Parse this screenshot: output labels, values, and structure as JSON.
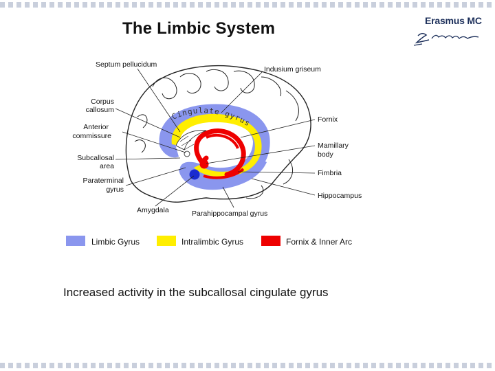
{
  "slide": {
    "title": "The Limbic System",
    "caption": "Increased activity in the subcallosal cingulate gyrus"
  },
  "logo": {
    "text": "Erasmus MC",
    "signature_text": "Ezafus",
    "color": "#1c2f5a"
  },
  "diagram": {
    "curved_label": "Cingulate gyrus",
    "labels": {
      "septum": "Septum pellucidum",
      "indusium": "Indusium griseum",
      "corpus_1": "Corpus",
      "corpus_2": "callosum",
      "anterior_1": "Anterior",
      "anterior_2": "commissure",
      "subcallosal_1": "Subcallosal",
      "subcallosal_2": "area",
      "paraterminal_1": "Paraterminal",
      "paraterminal_2": "gyrus",
      "amygdala": "Amygdala",
      "parahippocampal": "Parahippocampal gyrus",
      "fornix": "Fornix",
      "mamillary_1": "Mamillary",
      "mamillary_2": "body",
      "fimbria": "Fimbria",
      "hippocampus": "Hippocampus"
    },
    "colors": {
      "limbic": "#8a96ee",
      "intralimbic": "#ffee00",
      "fornix": "#ee0000",
      "amygdala": "#1a2bd0"
    }
  },
  "legend": [
    {
      "label": "Limbic Gyrus",
      "color": "#8a96ee"
    },
    {
      "label": "Intralimbic Gyrus",
      "color": "#ffee00"
    },
    {
      "label": "Fornix & Inner Arc",
      "color": "#ee0000"
    }
  ]
}
